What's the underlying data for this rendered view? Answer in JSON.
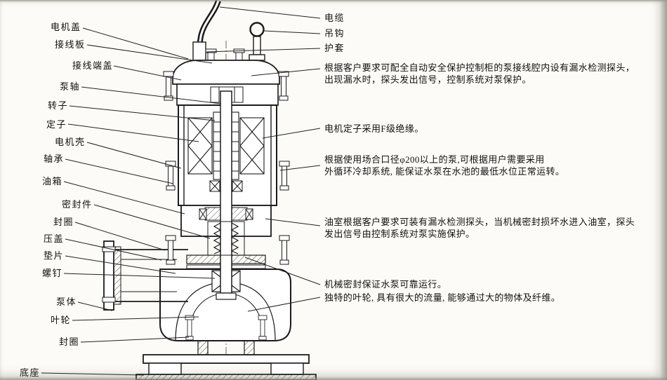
{
  "colors": {
    "ink": "#1b1b1b",
    "background": "#fcfbf7"
  },
  "labels": {
    "left": [
      {
        "text": "电机盖"
      },
      {
        "text": "接线板"
      },
      {
        "text": "接线端盖"
      },
      {
        "text": "泵轴"
      },
      {
        "text": "转子"
      },
      {
        "text": "定子"
      },
      {
        "text": "电机壳"
      },
      {
        "text": "轴承"
      },
      {
        "text": "油箱"
      },
      {
        "text": "密封件"
      },
      {
        "text": "封圈"
      },
      {
        "text": "压盖"
      },
      {
        "text": "垫片"
      },
      {
        "text": "螺钉"
      },
      {
        "text": "泵体"
      },
      {
        "text": "叶轮"
      },
      {
        "text": "封圈"
      },
      {
        "text": "底座"
      }
    ],
    "right": [
      {
        "text": "电缆"
      },
      {
        "text": "吊钩"
      },
      {
        "text": "护套"
      },
      {
        "text": "根据客户要求可配全自动安全保护控制柜的泵接线腔内设有漏水检测探头，\n出现漏水时，探头发出信号，控制系统对泵保护。"
      },
      {
        "text": "电机定子采用F级绝缘。"
      },
      {
        "text": "根据使用场合口径φ200以上的泵,可根据用户需要采用\n外循环冷却系统, 能保证水泵在水池的最低水位正常运转。"
      },
      {
        "text": "油室根据客户要求可装有漏水检测探头，当机械密封损坏水进入油室，探头\n发出信号由控制系统对泵实施保护。"
      },
      {
        "text": "机械密封保证水泵可靠运行。"
      },
      {
        "text": "独特的叶轮, 具有很大的流量, 能够通过大的物体及纤维。"
      }
    ]
  }
}
